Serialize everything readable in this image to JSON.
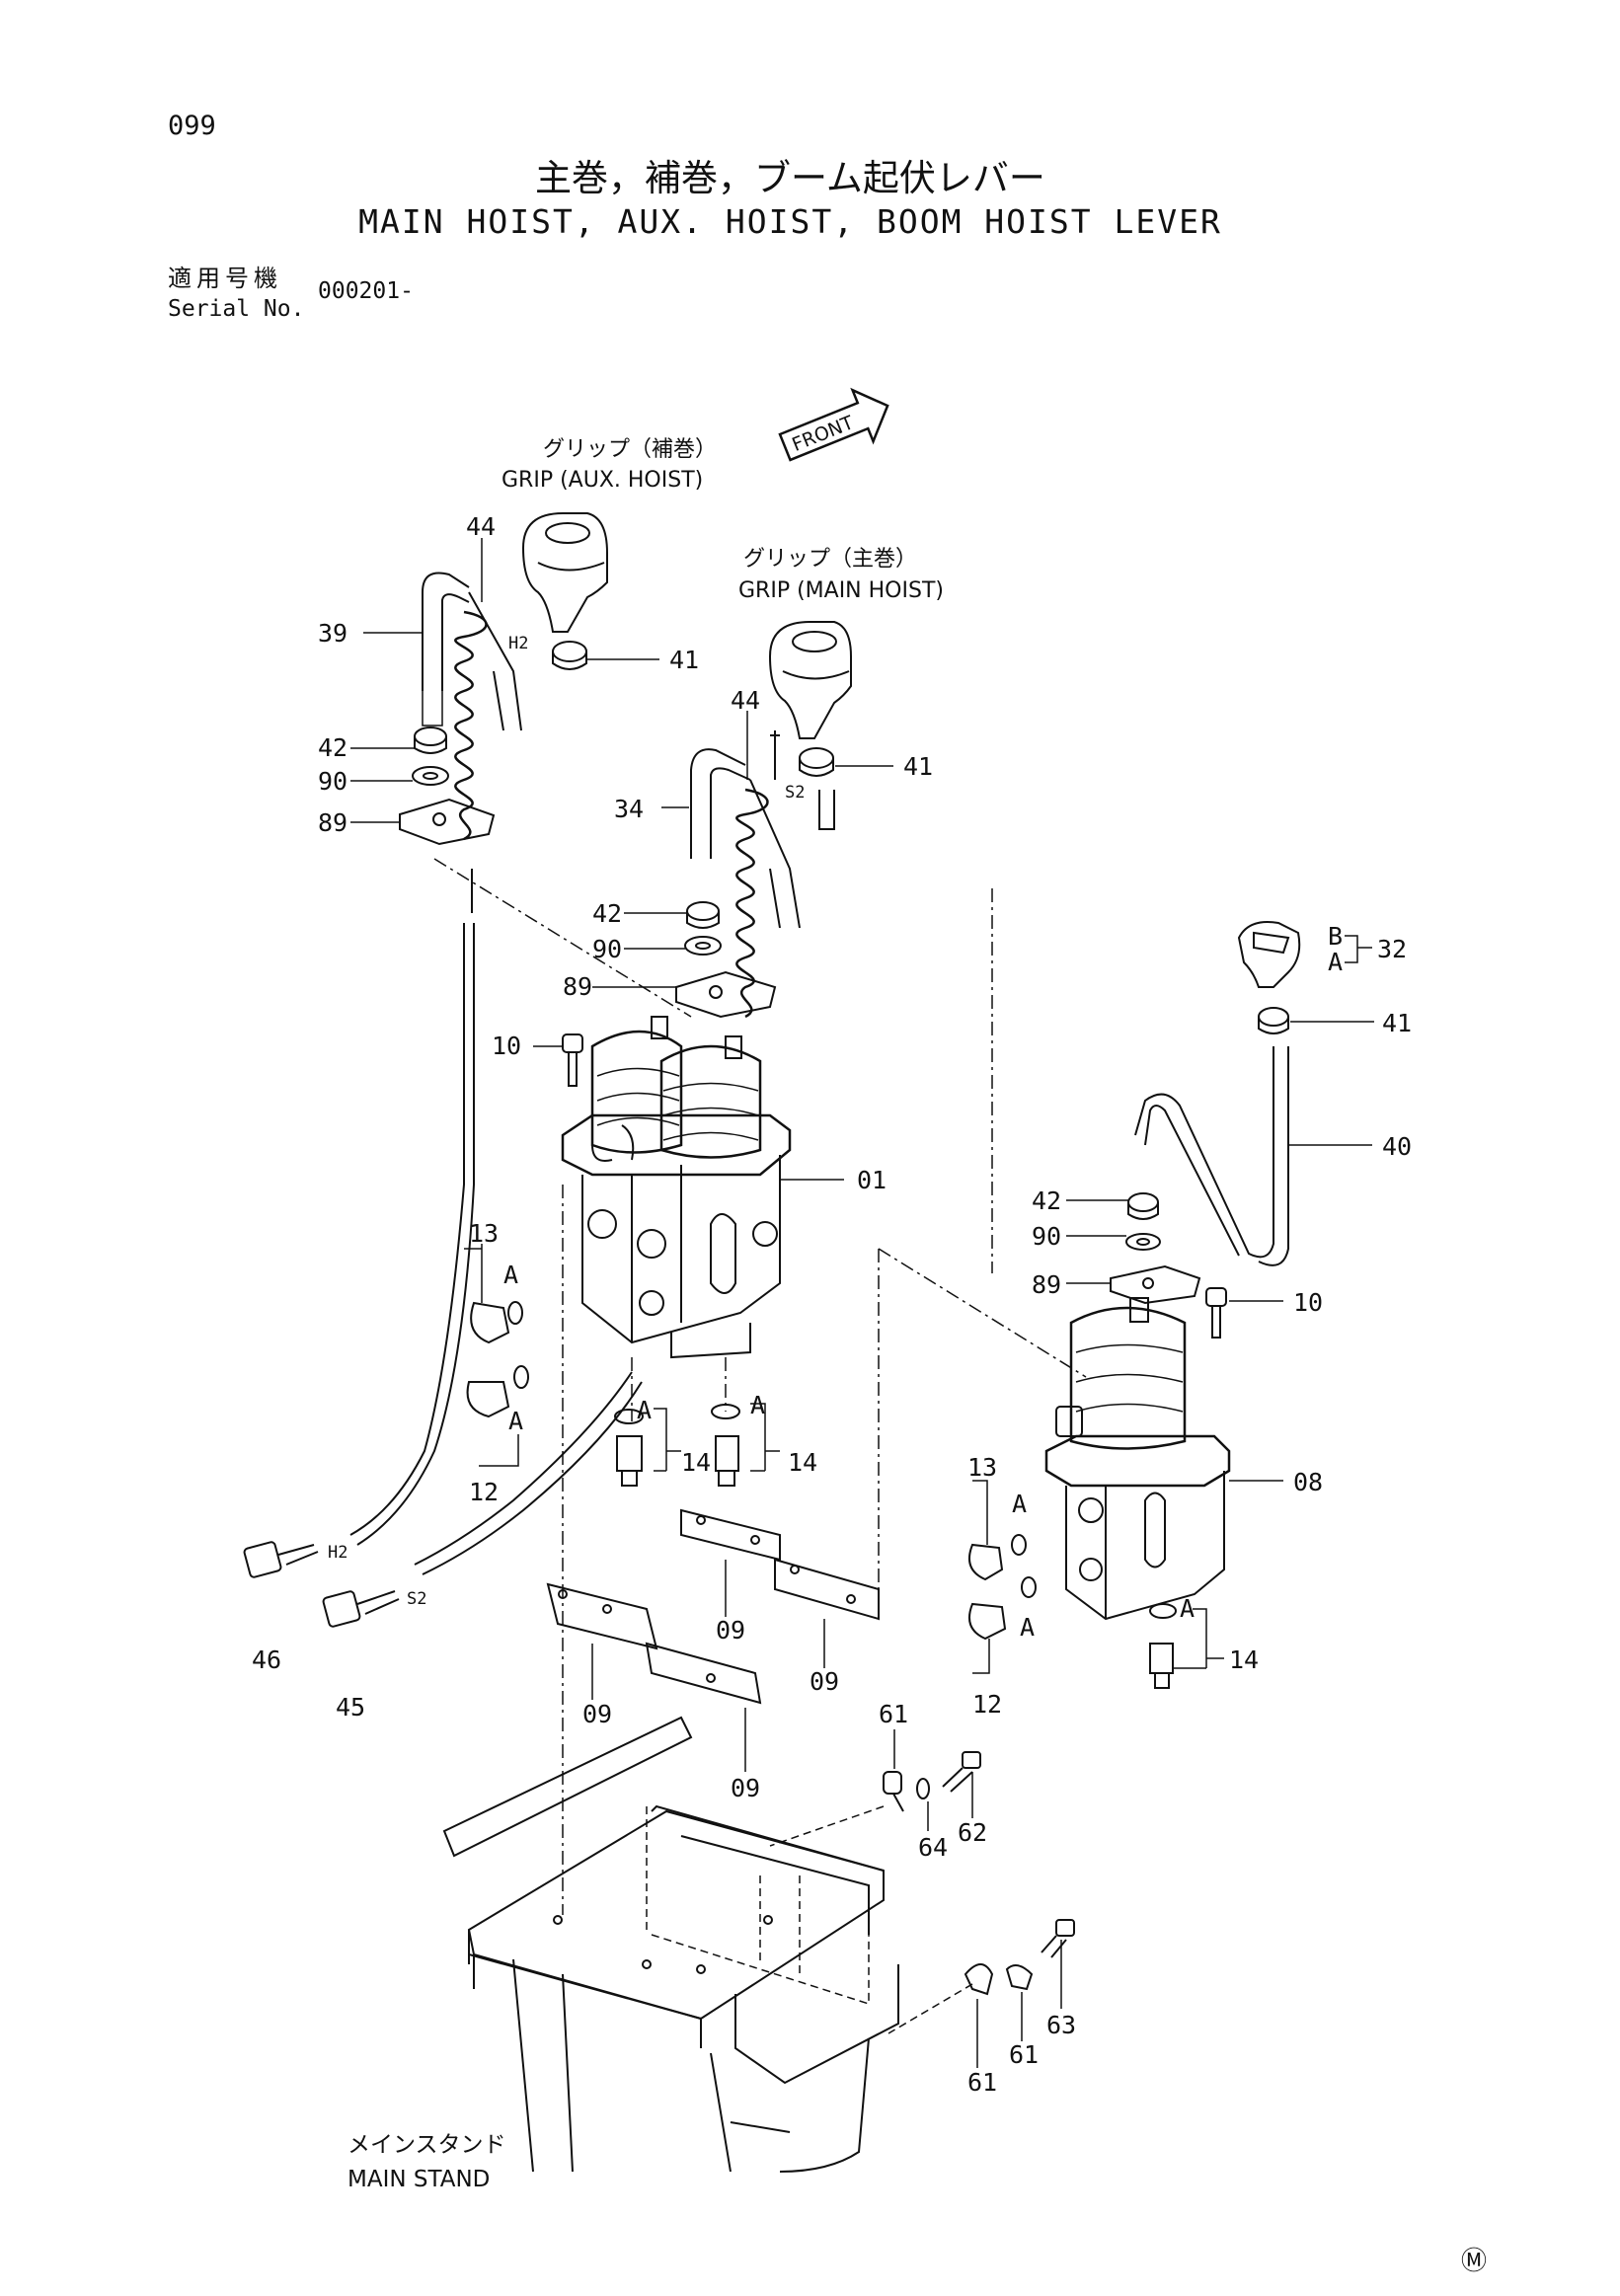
{
  "page_number": "099",
  "title_jp": "主巻，補巻，ブーム起伏レバー",
  "title_en": "MAIN HOIST, AUX. HOIST, BOOM HOIST LEVER",
  "serial": {
    "label_jp": "適用号機",
    "label_en": "Serial No.",
    "value": "000201-"
  },
  "grip_aux": {
    "jp": "グリップ（補巻）",
    "en": "GRIP (AUX. HOIST)"
  },
  "grip_main": {
    "jp": "グリップ（主巻）",
    "en": "GRIP (MAIN HOIST)"
  },
  "main_stand": {
    "jp": "メインスタンド",
    "en": "MAIN STAND"
  },
  "front_label": "FRONT",
  "mark": "Ⓜ",
  "callouts": {
    "c44a": "44",
    "c39": "39",
    "c41a": "41",
    "c42a": "42",
    "c90a": "90",
    "c89a": "89",
    "h2a": "H2",
    "c44b": "44",
    "c41b": "41",
    "s2a": "S2",
    "c34": "34",
    "c42b": "42",
    "c90b": "90",
    "c89b": "89",
    "c10a": "10",
    "c01": "01",
    "c13a": "13",
    "aA1": "A",
    "aA2": "A",
    "c12a": "12",
    "aA3": "A",
    "aA4": "A",
    "c14a": "14",
    "c14b": "14",
    "h2b": "H2",
    "s2b": "S2",
    "c46": "46",
    "c45": "45",
    "c09a": "09",
    "c09b": "09",
    "c09c": "09",
    "c09d": "09",
    "c32": "32",
    "bB": "B",
    "bA": "A",
    "c41c": "41",
    "c40": "40",
    "c42c": "42",
    "c90c": "90",
    "c89c": "89",
    "c10b": "10",
    "c08": "08",
    "c13b": "13",
    "aA5": "A",
    "aA6": "A",
    "c12b": "12",
    "aA7": "A",
    "c14c": "14",
    "c61a": "61",
    "c64": "64",
    "c62": "62",
    "c61b": "61",
    "c61c": "61",
    "c63": "63"
  }
}
